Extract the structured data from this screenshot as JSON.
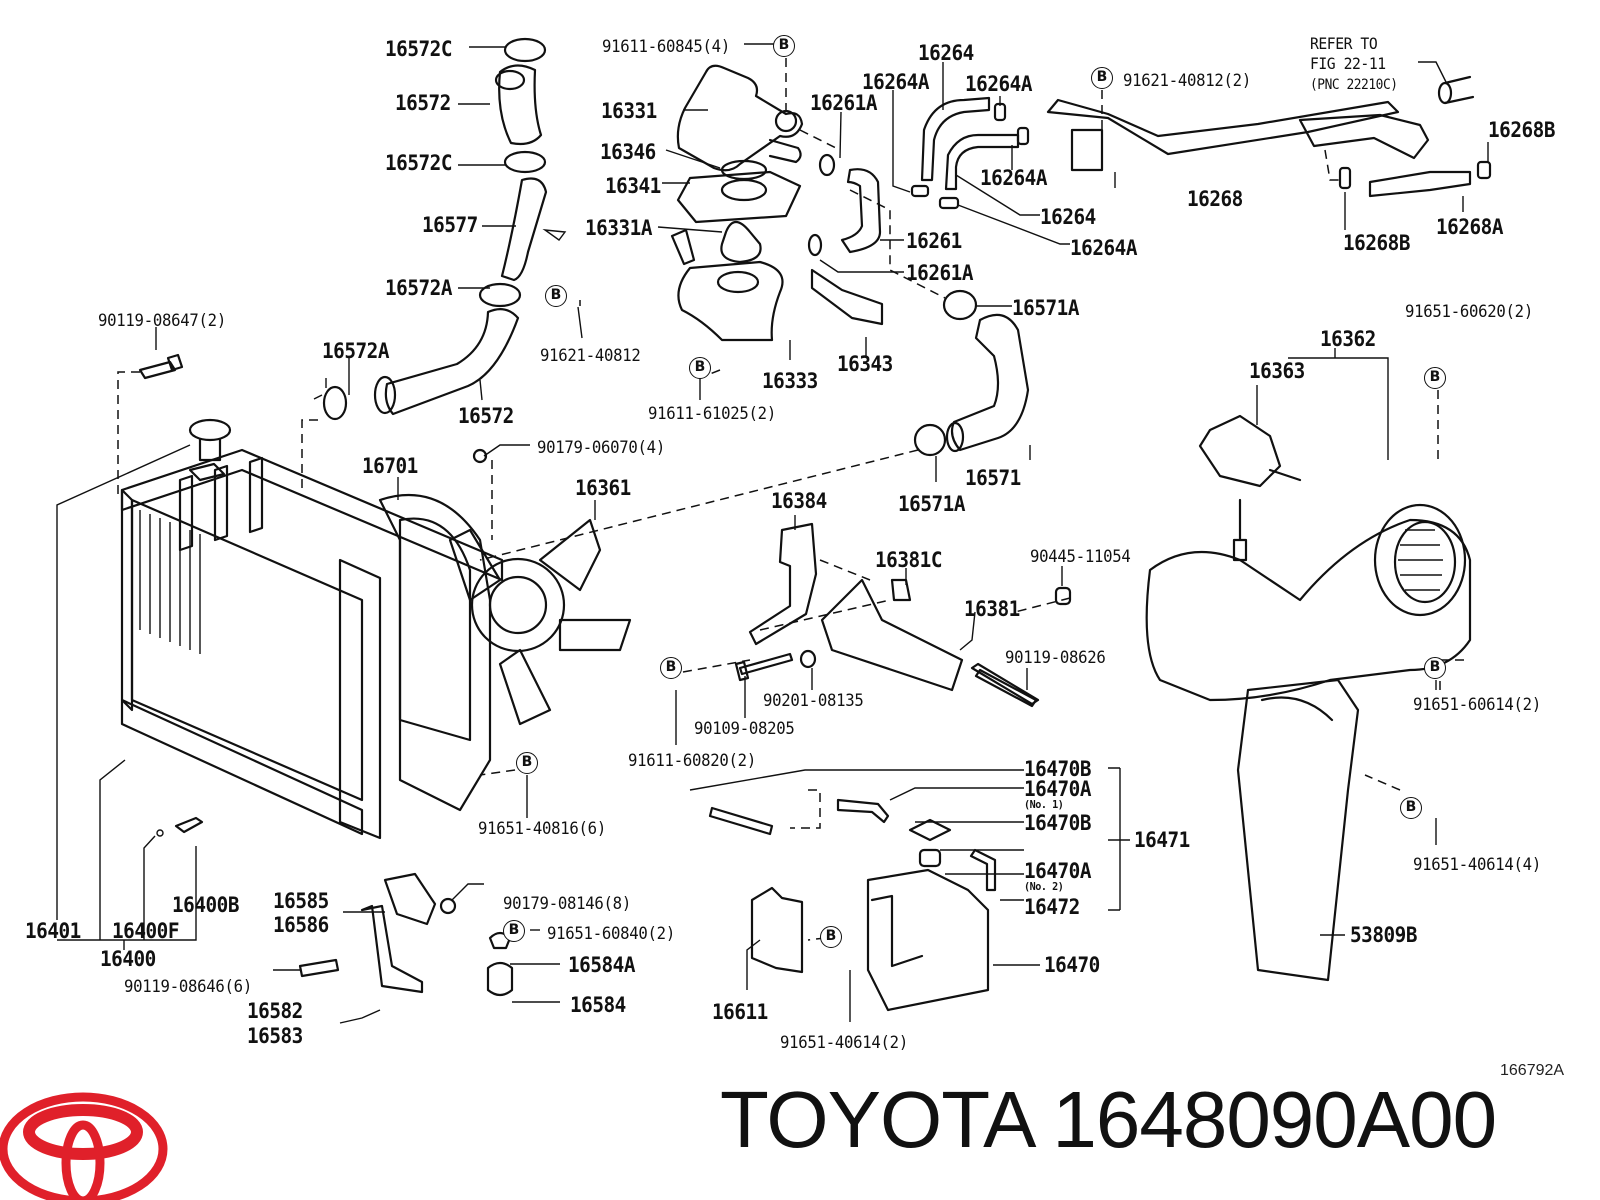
{
  "brand": {
    "name": "TOYOTA",
    "part_number": "1648090A00",
    "logo_color": "#e0202a"
  },
  "illustration_code": "166792A",
  "bolt_marker_symbol": "B",
  "reference_note": {
    "line1": "REFER TO",
    "line2": "FIG 22-11",
    "line3": "(PNC 22210C)"
  },
  "labels": {
    "p16572C_top": "16572C",
    "p16572_top": "16572",
    "p16572C_mid": "16572C",
    "p16577": "16577",
    "p16572A_top": "16572A",
    "p90119_08647": "90119-08647(2)",
    "p16572A_left": "16572A",
    "p16572_bottom": "16572",
    "p91621_40812_single": "91621-40812",
    "p91611_60845": "91611-60845(4)",
    "p16331": "16331",
    "p16346": "16346",
    "p16341": "16341",
    "p16331A": "16331A",
    "p16333": "16333",
    "p16343": "16343",
    "p91611_61025": "91611-61025(2)",
    "p16261A_top": "16261A",
    "p16261": "16261",
    "p16261A_bottom": "16261A",
    "p16264_top": "16264",
    "p16264A_left": "16264A",
    "p16264A_right": "16264A",
    "p16264A_mid": "16264A",
    "p16264_mid": "16264",
    "p16264A_low": "16264A",
    "p91621_40812_2": "91621-40812(2)",
    "p16268": "16268",
    "p16268B_right": "16268B",
    "p16268B_low": "16268B",
    "p16268A": "16268A",
    "p16571A_top": "16571A",
    "p16571": "16571",
    "p16571A_low": "16571A",
    "p91651_60620": "91651-60620(2)",
    "p16362": "16362",
    "p16363": "16363",
    "p90179_06070": "90179-06070(4)",
    "p16701": "16701",
    "p16361": "16361",
    "p16384": "16384",
    "p16381C": "16381C",
    "p90445_11054": "90445-11054",
    "p16381": "16381",
    "p90119_08626": "90119-08626",
    "p90201_08135": "90201-08135",
    "p90109_08205": "90109-08205",
    "p91611_60820": "91611-60820(2)",
    "p91651_60614_2": "91651-60614(2)",
    "p91651_40816": "91651-40816(6)",
    "p16470B_top": "16470B",
    "p16470A_no1": "16470A",
    "p16470A_no1_note": "(No. 1)",
    "p16470B_mid": "16470B",
    "p16471": "16471",
    "p16470A_no2": "16470A",
    "p16470A_no2_note": "(No. 2)",
    "p16472": "16472",
    "p16470": "16470",
    "p91651_40614_4": "91651-40614(4)",
    "p53809B": "53809B",
    "p16401": "16401",
    "p16400F": "16400F",
    "p16400B": "16400B",
    "p16400": "16400",
    "p16585": "16585",
    "p16586": "16586",
    "p90179_08146": "90179-08146(8)",
    "p91651_60840": "91651-60840(2)",
    "p16584A": "16584A",
    "p16584": "16584",
    "p90119_08646": "90119-08646(6)",
    "p16582": "16582",
    "p16583": "16583",
    "p16611": "16611",
    "p91651_40614_2": "91651-40614(2)"
  }
}
